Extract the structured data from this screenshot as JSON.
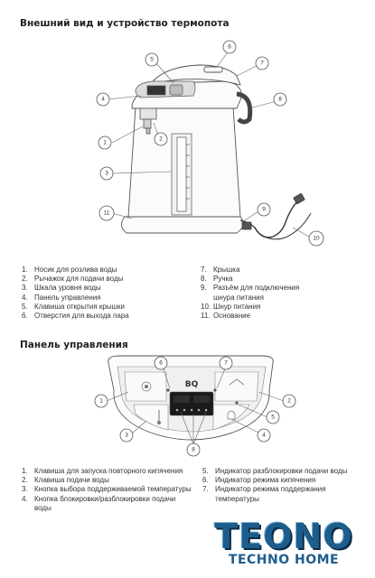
{
  "headings": {
    "appearance": "Внешний вид и устройство термопота",
    "control_panel": "Панель управления"
  },
  "parts": {
    "left": [
      {
        "num": "1.",
        "text": "Носик для розлива воды"
      },
      {
        "num": "2.",
        "text": "Рычажок для подачи воды"
      },
      {
        "num": "3.",
        "text": "Шкала уровня воды"
      },
      {
        "num": "4.",
        "text": "Панель управления"
      },
      {
        "num": "5.",
        "text": "Клавиша открытия крышки"
      },
      {
        "num": "6.",
        "text": "Отверстия для выхода пара"
      }
    ],
    "right": [
      {
        "num": "7.",
        "text": "Крышка"
      },
      {
        "num": "8.",
        "text": "Ручка"
      },
      {
        "num": "9.",
        "text": "Разъём для подключения шнура питания"
      },
      {
        "num": "10.",
        "text": "Шнур питания"
      },
      {
        "num": "11.",
        "text": "Основание"
      }
    ]
  },
  "panel_items": {
    "left": [
      {
        "num": "1.",
        "text": "Клавиша для запуска повторного кипячения"
      },
      {
        "num": "2.",
        "text": "Клавиша подачи воды"
      },
      {
        "num": "3.",
        "text": "Кнопка выбора поддерживаемой температуры"
      },
      {
        "num": "4.",
        "text": "Кнопка блокировки/разблокировки подачи воды"
      }
    ],
    "right": [
      {
        "num": "5.",
        "text": "Индикатор разблокировки подачи воды"
      },
      {
        "num": "6.",
        "text": "Индикатор режима кипячения"
      },
      {
        "num": "7.",
        "text": "Индикатор режима поддержания температуры"
      }
    ]
  },
  "thermopot_callouts": [
    "1",
    "2",
    "3",
    "4",
    "5",
    "6",
    "7",
    "8",
    "9",
    "10",
    "11"
  ],
  "panel_callouts": [
    "1",
    "2",
    "3",
    "4",
    "5",
    "6",
    "7",
    "8"
  ],
  "panel_brand": "BQ",
  "logo": {
    "main": "TEONO",
    "sub": "TECHNO HOME"
  }
}
